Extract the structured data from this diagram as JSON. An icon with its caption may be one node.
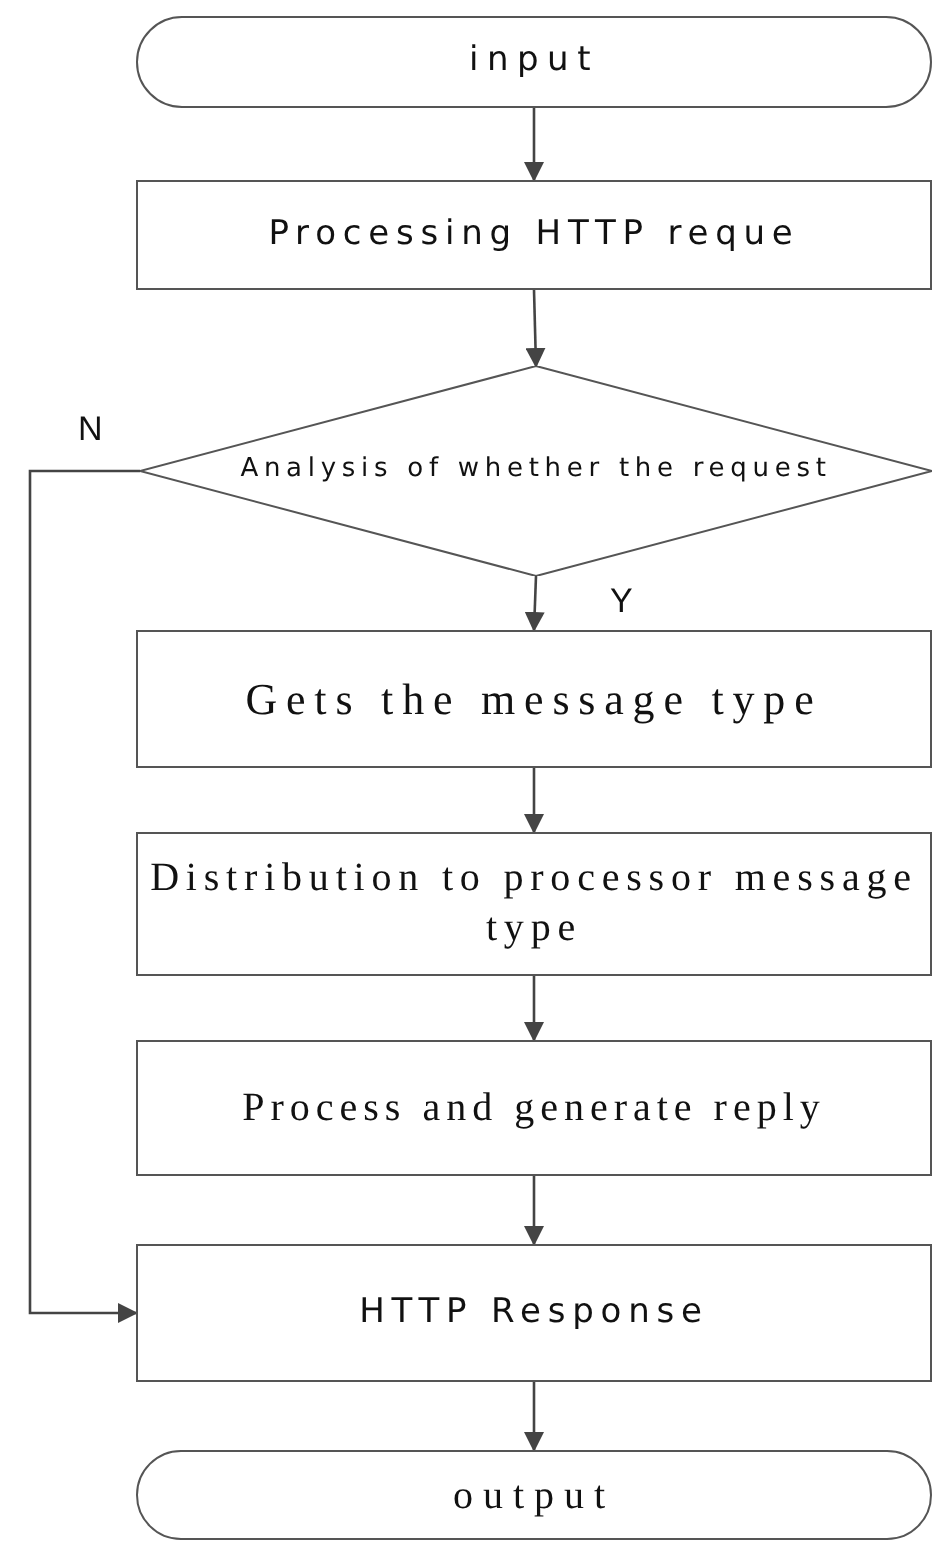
{
  "diagram": {
    "nodes": [
      {
        "text": [
          "input"
        ]
      },
      {
        "text": [
          "Processing HTTP reque"
        ]
      },
      {
        "text": [
          "Analysis of whether the request"
        ]
      },
      {
        "text": [
          "Gets the message type"
        ]
      },
      {
        "text": [
          "Distribution to processor message type"
        ]
      },
      {
        "text": [
          "Process and generate reply"
        ]
      },
      {
        "text": [
          "HTTP Response"
        ]
      },
      {
        "text": [
          "output"
        ]
      }
    ],
    "edges": [
      {
        "from": 0,
        "to": 1,
        "arrow": "to"
      },
      {
        "from": 1,
        "to": 2,
        "arrow": "to"
      },
      {
        "from": 2,
        "to": 3,
        "arrow": "to",
        "label": "Y"
      },
      {
        "from": 3,
        "to": 4,
        "arrow": "to"
      },
      {
        "from": 4,
        "to": 5,
        "arrow": "to"
      },
      {
        "from": 5,
        "to": 6,
        "arrow": "to"
      },
      {
        "from": 2,
        "to": 6,
        "arrow": "to",
        "label": "N"
      },
      {
        "from": 6,
        "to": 7,
        "arrow": "to"
      }
    ]
  }
}
